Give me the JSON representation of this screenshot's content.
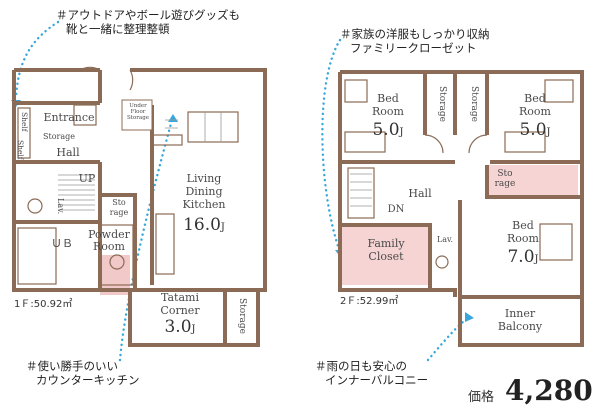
{
  "callouts": {
    "outdoor_line1": "＃アウトドアやボール遊びグッズも",
    "outdoor_line2": "靴と一緒に整理整頓",
    "family_line1": "＃家族の洋服もしっかり収納",
    "family_line2": "ファミリークローゼット",
    "kitchen_line1": "＃使い勝手のいい",
    "kitchen_line2": "カウンターキッチン",
    "balcony_line1": "＃雨の日も安心の",
    "balcony_line2": "インナーバルコニー"
  },
  "floor1": {
    "label": "1Ｆ:50.92㎡",
    "rooms": {
      "shelf": "Shelf",
      "entrance": "Entrance",
      "storage_small": "Storage",
      "hall": "Hall",
      "shelf2": "Shelf",
      "up": "UP",
      "lav": "Lav.",
      "storage_mid": "Sto rage",
      "ub": "ＵＢ",
      "powder_room": "Powder Room",
      "ldk_line1": "Living",
      "ldk_line2": "Dining",
      "ldk_line3": "Kitchen",
      "ldk_size": "16.0",
      "tatami_line1": "Tatami",
      "tatami_line2": "Corner",
      "tatami_size": "3.0",
      "storage_tatami": "Storage",
      "fridge": "Under Floor Storage"
    }
  },
  "floor2": {
    "label": "2Ｆ:52.99㎡",
    "rooms": {
      "bed1_line1": "Bed",
      "bed1_line2": "Room",
      "bed1_size": "5.0",
      "storage_a": "Storage",
      "storage_b": "Storage",
      "bed2_line1": "Bed",
      "bed2_line2": "Room",
      "bed2_size": "5.0",
      "storage_c": "Sto rage",
      "hall": "Hall",
      "dn": "DN",
      "family_closet_line1": "Family",
      "family_closet_line2": "Closet",
      "lav": "Lav.",
      "bed3_line1": "Bed",
      "bed3_line2": "Room",
      "bed3_size": "7.0",
      "balcony_line1": "Inner",
      "balcony_line2": "Balcony"
    }
  },
  "unit_j": "J",
  "price": {
    "label": "価格",
    "value": "4,280"
  }
}
